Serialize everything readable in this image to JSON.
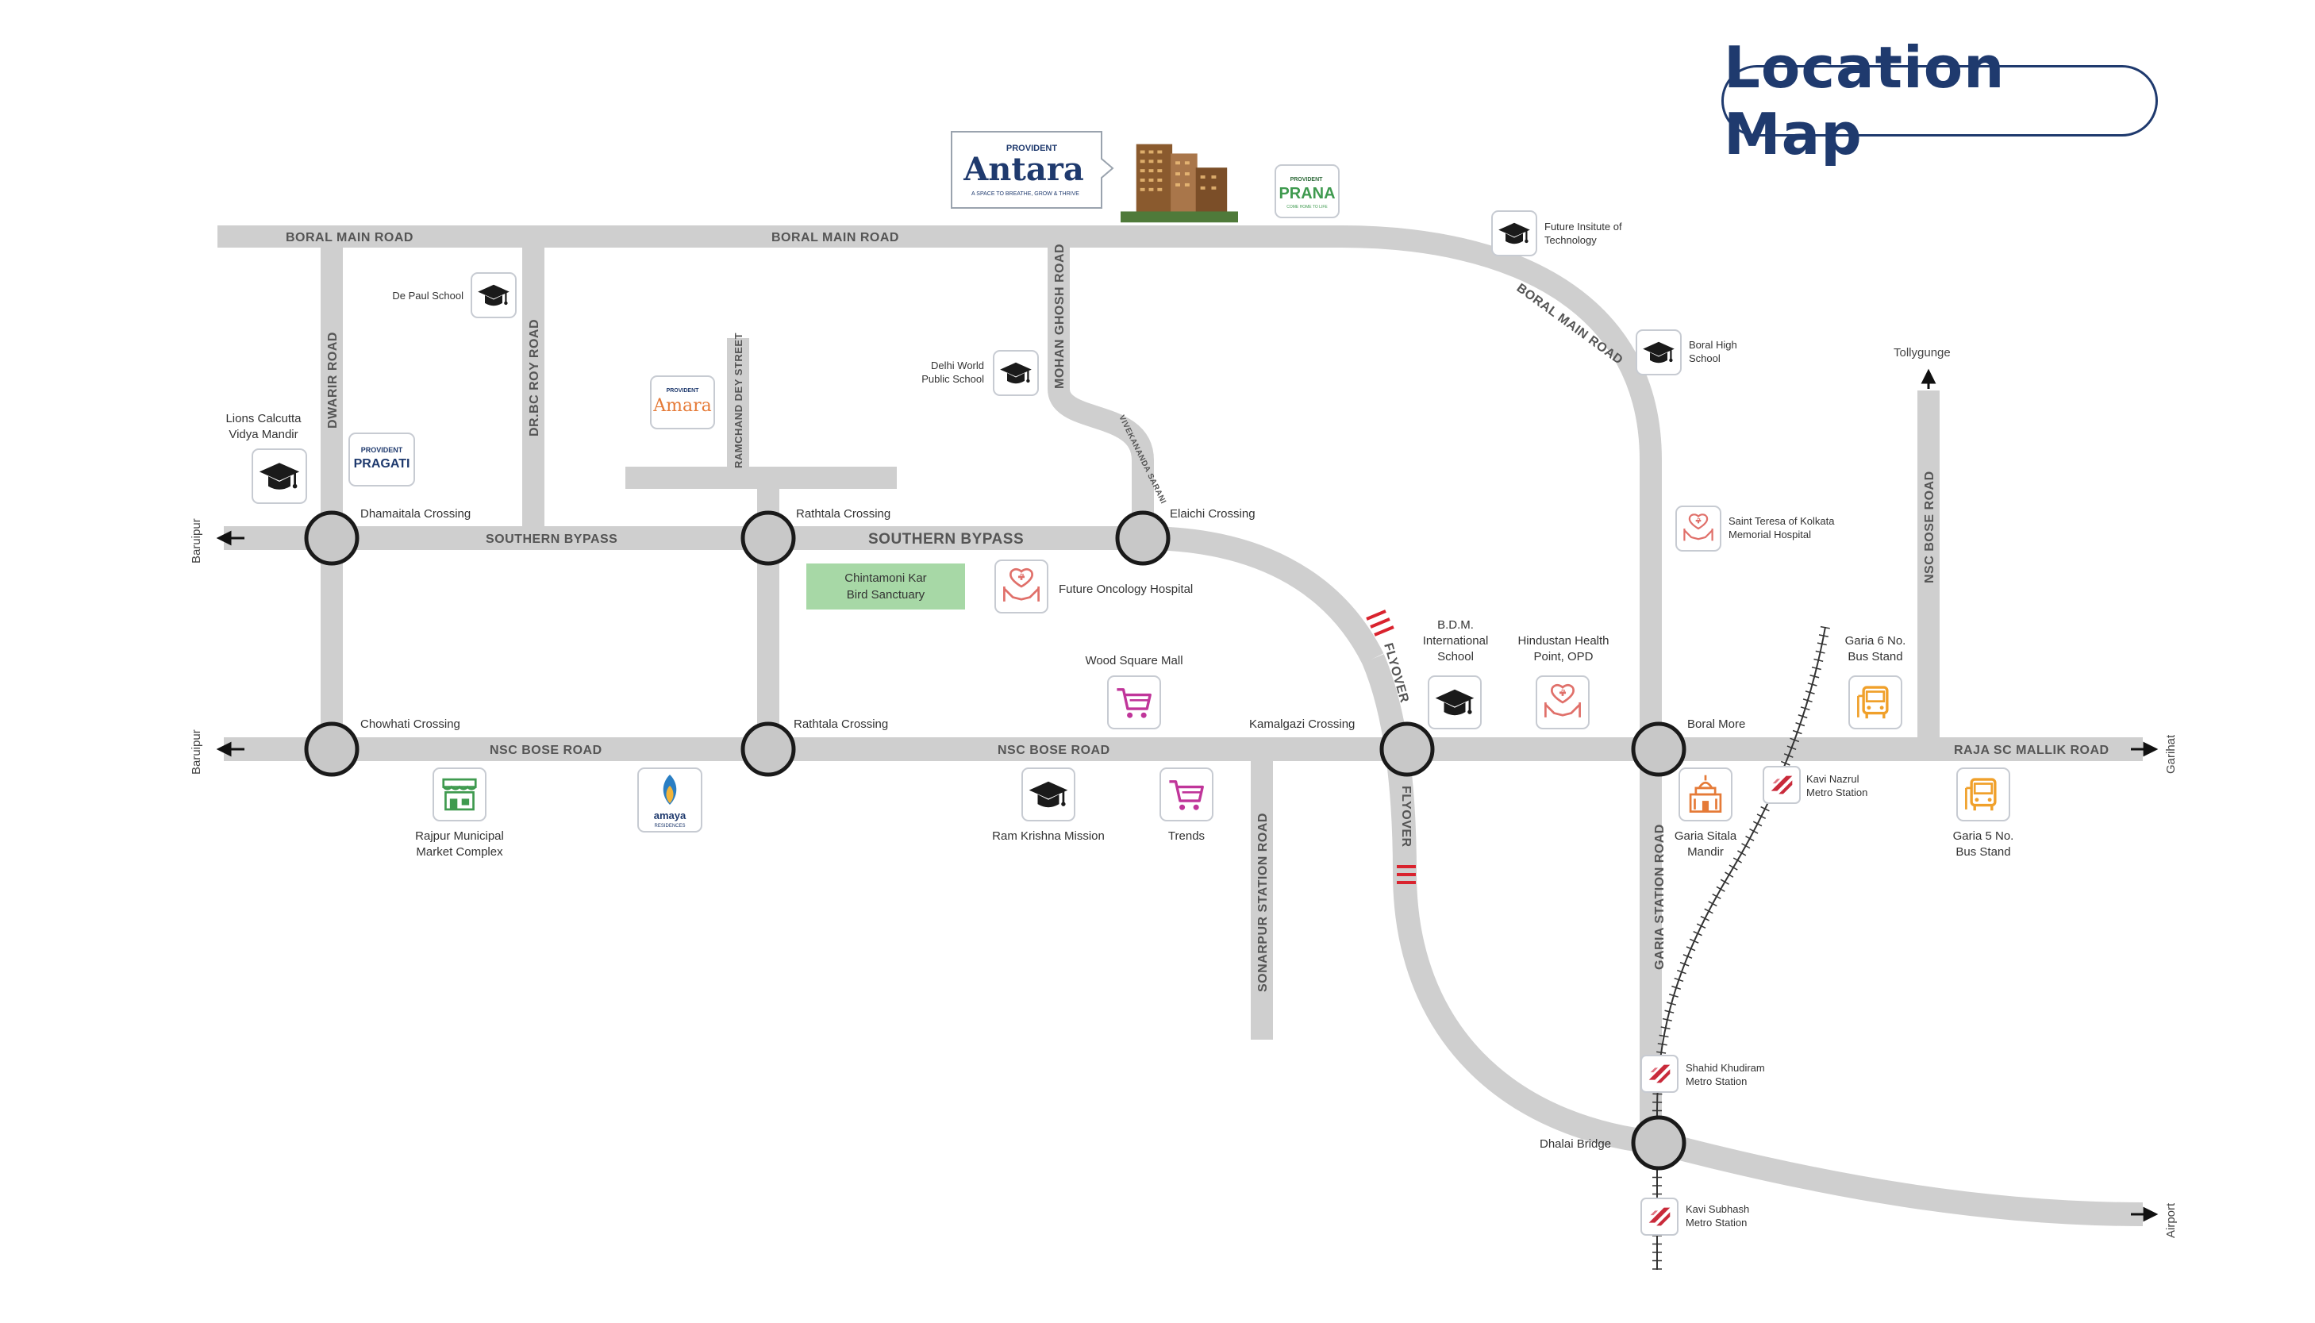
{
  "title": "Location Map",
  "brand": {
    "logo_prefix": "PRΟVIDENT",
    "logo_name": "Antara",
    "logo_tagline": "A SPACE TO BREATHE, GROW & THRIVE"
  },
  "projects": {
    "prana": {
      "prefix": "PRΟVIDENT",
      "name": "PRANA",
      "tagline": "COME HOME TO LIFE"
    },
    "amara": {
      "prefix": "PRΟVIDENT",
      "name": "Amara"
    },
    "pragati": {
      "prefix": "PRΟVIDENT",
      "name": "PRAGATI"
    },
    "amaya": {
      "name": "amaya",
      "sub": "RESIDENCES"
    }
  },
  "roads": {
    "boral_main_left": "BORAL MAIN ROAD",
    "boral_main_mid": "BORAL MAIN ROAD",
    "boral_main_diag": "BORAL MAIN ROAD",
    "dwarir": "DWARIR ROAD",
    "drbc_roy": "DR.BC ROY ROAD",
    "ramchand_dey": "RAMCHAND DEY STREET",
    "mohan_ghosh": "MOHAN GHOSH ROAD",
    "vivekananda": "VIVEKANANDA SARANI",
    "southern_bypass_1": "SOUTHERN BYPASS",
    "southern_bypass_2": "SOUTHERN BYPASS",
    "nsc_bose_1": "NSC BOSE ROAD",
    "nsc_bose_2": "NSC BOSE ROAD",
    "nsc_bose_vertical": "NSC BOSE ROAD",
    "raja_sc_mallik": "RAJA SC MALLIK ROAD",
    "sonarpur_station": "SONARPUR STATION ROAD",
    "garia_station": "GARIA STATION ROAD",
    "flyover_1": "FLYOVER",
    "flyover_2": "FLYOVER"
  },
  "crossings": {
    "dhamaitala": "Dhamaitala Crossing",
    "rathtala_1": "Rathtala Crossing",
    "elaichi": "Elaichi Crossing",
    "chowhati": "Chowhati Crossing",
    "rathtala_2": "Rathtala Crossing",
    "kamalgazi": "Kamalgazi Crossing",
    "boral_more": "Boral More",
    "dhalai_bridge": "Dhalai Bridge"
  },
  "edges": {
    "baruipur_1": "Baruipur",
    "baruipur_2": "Baruipur",
    "garihat": "Garihat",
    "airport": "Airport",
    "tollygunge": "Tollygunge"
  },
  "places": {
    "de_paul": "De Paul School",
    "lions_1": "Lions Calcutta",
    "lions_2": "Vidya Mandir",
    "delhi_world_1": "Delhi World",
    "delhi_world_2": "Public School",
    "future_inst_1": "Future Insitute of",
    "future_inst_2": "Technology",
    "boral_high_1": "Boral High",
    "boral_high_2": "School",
    "saint_teresa_1": "Saint Teresa of Kolkata",
    "saint_teresa_2": "Memorial Hospital",
    "bird_1": "Chintamoni Kar",
    "bird_2": "Bird Sanctuary",
    "oncology": "Future Oncology Hospital",
    "bdm_1": "B.D.M.",
    "bdm_2": "International",
    "bdm_3": "School",
    "hindustan_1": "Hindustan Health",
    "hindustan_2": "Point, OPD",
    "wood_square": "Wood Square Mall",
    "garia6_1": "Garia 6 No.",
    "garia6_2": "Bus Stand",
    "rajpur_1": "Rajpur Municipal",
    "rajpur_2": "Market Complex",
    "ram_krishna": "Ram Krishna Mission",
    "trends": "Trends",
    "sitala_1": "Garia Sitala",
    "sitala_2": "Mandir",
    "kavi_nazrul_1": "Kavi Nazrul",
    "kavi_nazrul_2": "Metro Station",
    "garia5_1": "Garia 5 No.",
    "garia5_2": "Bus Stand",
    "shahid_1": "Shahid Khudiram",
    "shahid_2": "Metro Station",
    "kavi_subhash_1": "Kavi Subhash",
    "kavi_subhash_2": "Metro Station"
  },
  "colors": {
    "road": "#cfcfcf",
    "node_fill": "#c8c8c8",
    "title": "#1f3a6e",
    "sanctuary": "#a7d8a6",
    "school": "#1a1a1a",
    "hospital": "#e0706a",
    "mall": "#c0359a",
    "bus": "#f0a02a",
    "market": "#3f9a4f",
    "metro": "#c92a3a",
    "flyover_mark": "#d9232e"
  }
}
